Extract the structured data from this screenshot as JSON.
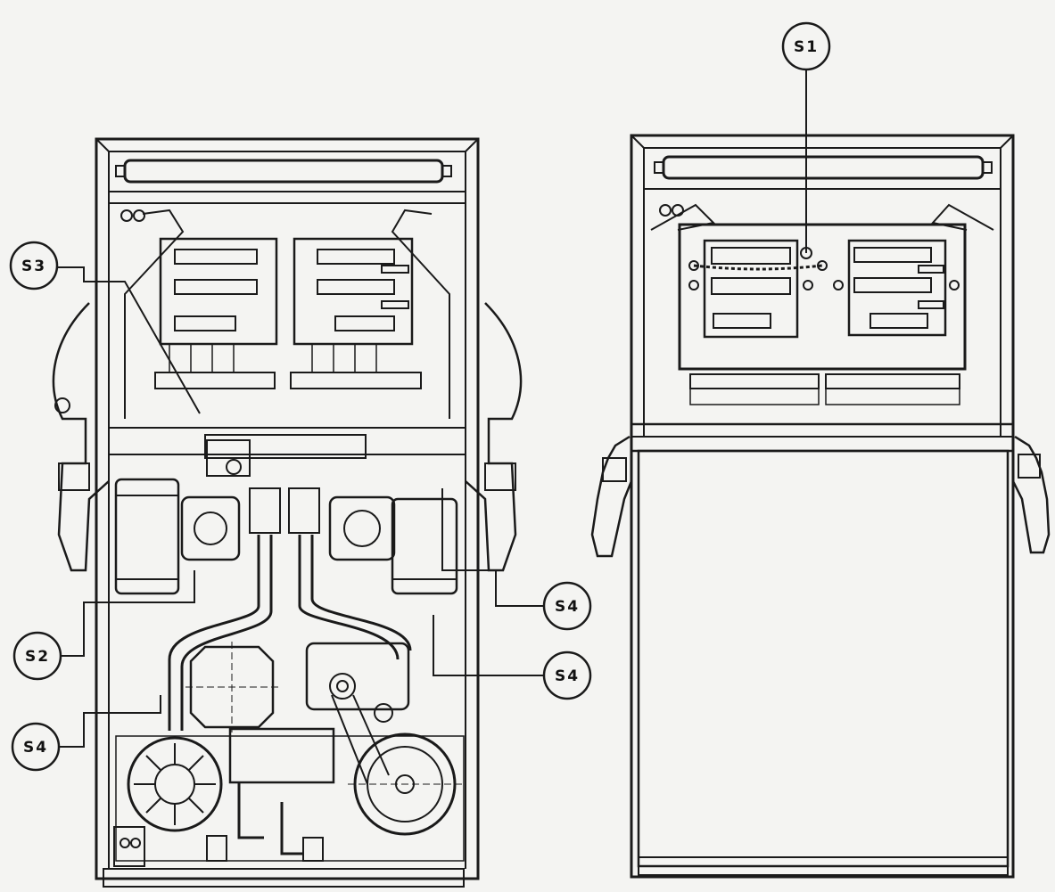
{
  "callouts": {
    "s1": "S1",
    "s2": "S2",
    "s3": "S3",
    "s4_right_upper": "S4",
    "s4_right_lower": "S4",
    "s4_left": "S4"
  },
  "colors": {
    "paper": "#f4f4f2",
    "ink": "#1a1a1a"
  }
}
